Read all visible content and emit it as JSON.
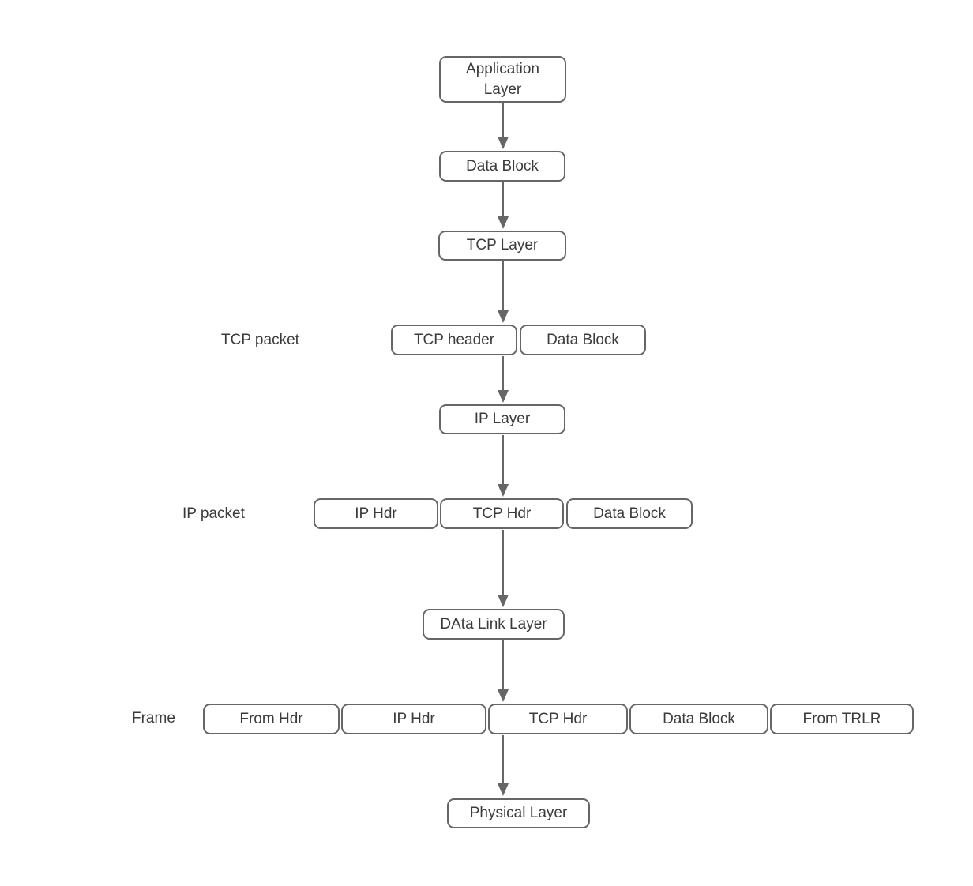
{
  "diagram": {
    "type": "flowchart",
    "direction": "top-down",
    "subject": "TCP/IP data encapsulation layers",
    "colors": {
      "box_border": "#666666",
      "box_fill": "#ffffff",
      "text": "#3b3b3b",
      "arrow": "#666666",
      "background": "#ffffff"
    },
    "nodes": {
      "application_layer": "Application Layer",
      "data_block": "Data Block",
      "tcp_layer": "TCP Layer",
      "ip_layer": "IP Layer",
      "data_link_layer": "DAta Link Layer",
      "physical_layer": "Physical Layer"
    },
    "packet_rows": {
      "tcp_packet": {
        "label": "TCP packet",
        "cells": [
          "TCP header",
          "Data Block"
        ]
      },
      "ip_packet": {
        "label": "IP packet",
        "cells": [
          "IP Hdr",
          "TCP Hdr",
          "Data Block"
        ]
      },
      "frame": {
        "label": "Frame",
        "cells": [
          "From Hdr",
          "IP Hdr",
          "TCP Hdr",
          "Data Block",
          "From TRLR"
        ]
      }
    }
  }
}
